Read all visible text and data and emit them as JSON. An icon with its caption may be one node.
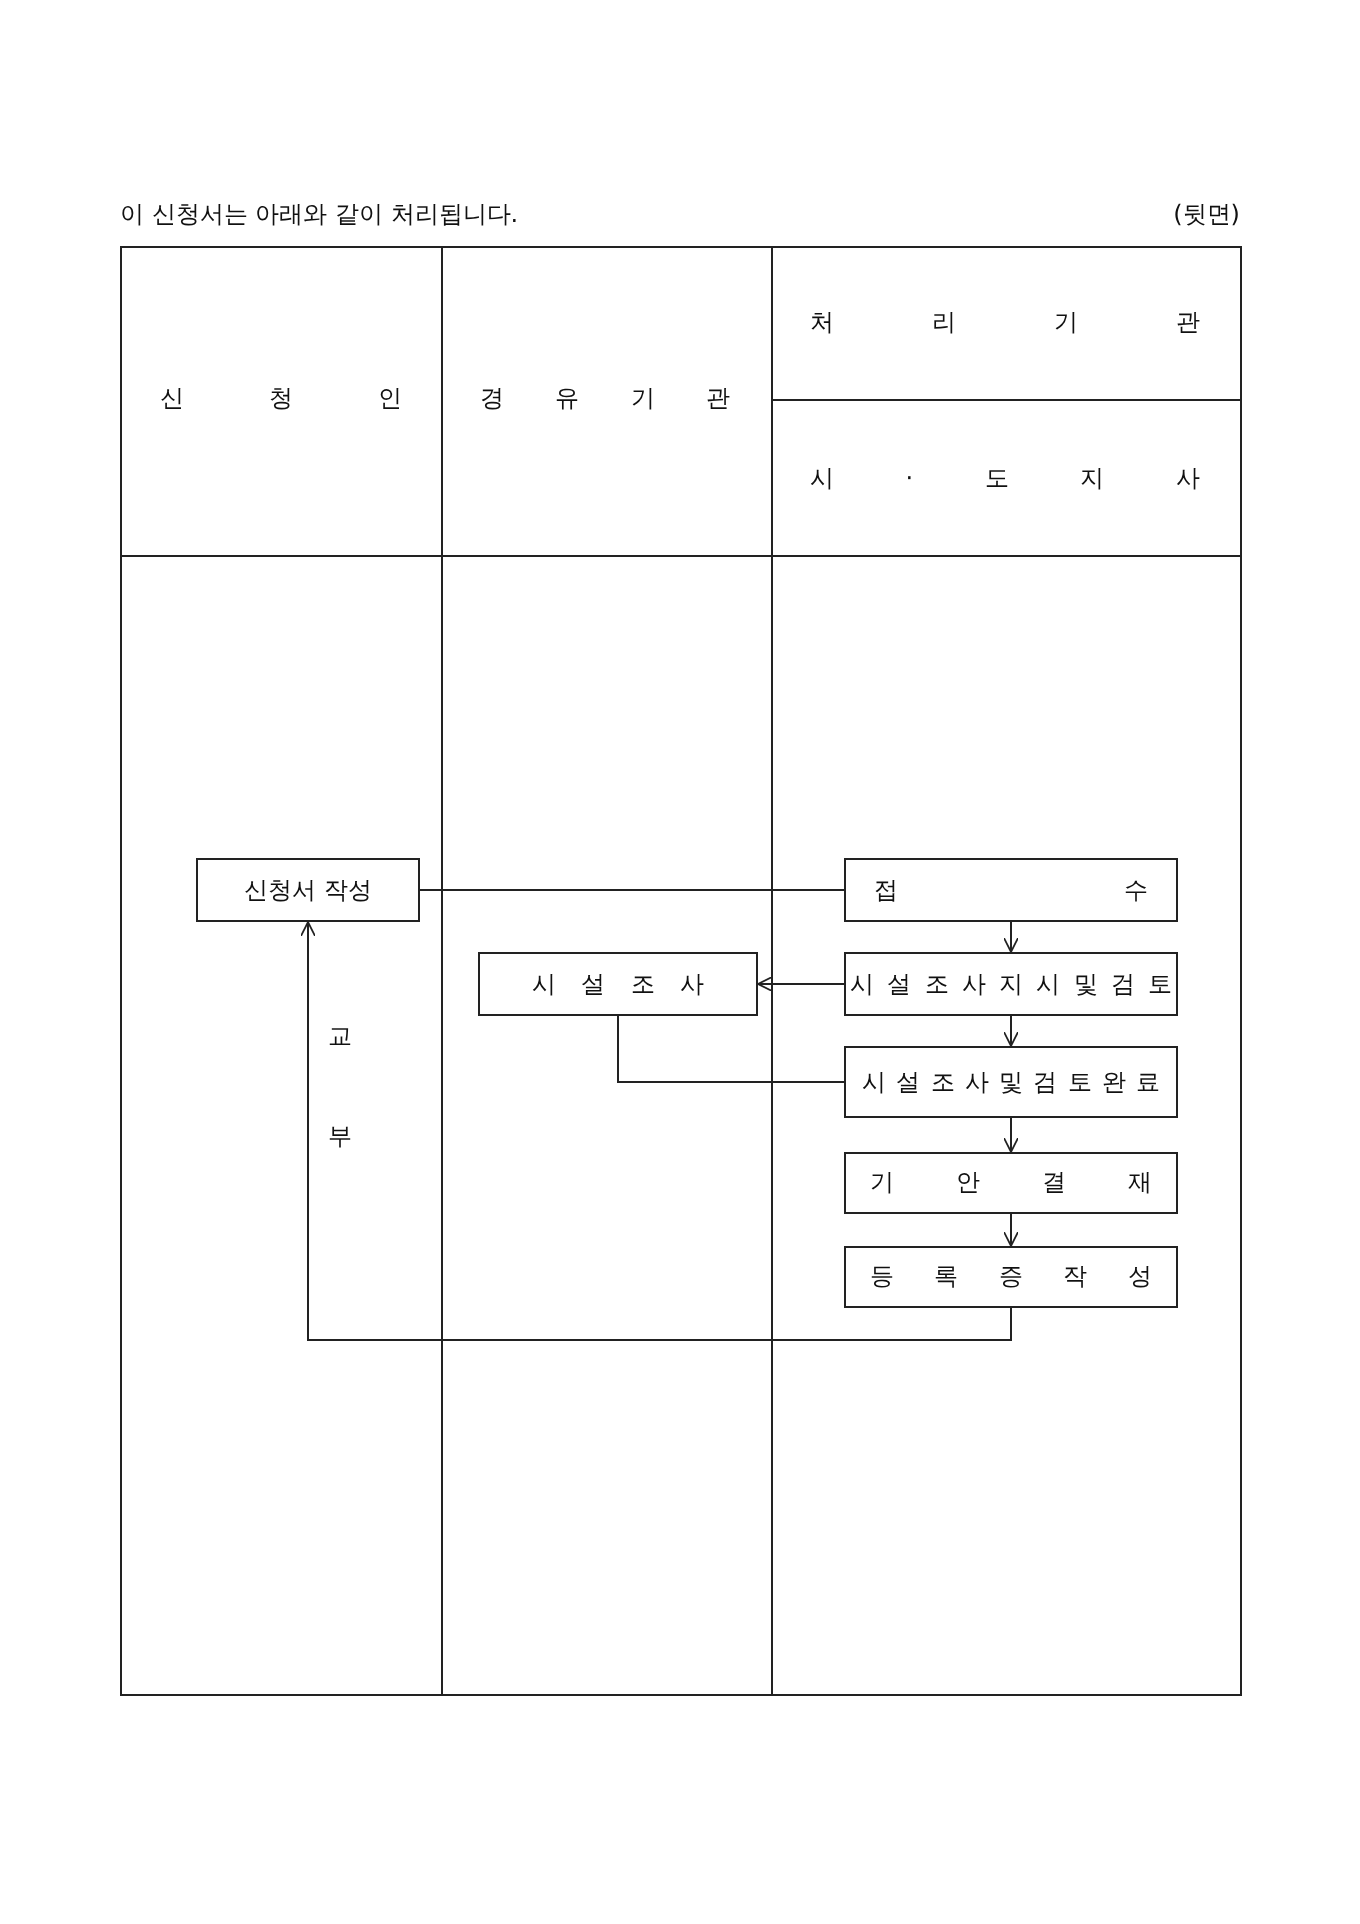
{
  "diagram": {
    "title": "이 신청서는 아래와 같이 처리됩니다.",
    "nodes": [
      {
        "text": [
          "신청서 작성"
        ]
      },
      {
        "text": [
          "접 수"
        ]
      },
      {
        "text": [
          "시 설 조 사 지 시 및 검 토"
        ]
      },
      {
        "text": [
          "시 설 조 사"
        ]
      },
      {
        "text": [
          "시 설 조 사 및 검 토 완 료"
        ]
      },
      {
        "text": [
          "기 안 결 재"
        ]
      },
      {
        "text": [
          "등 록 증 작 성"
        ]
      }
    ],
    "edges": [
      {
        "from": 0,
        "to": 1,
        "arrow": "none"
      },
      {
        "from": 1,
        "to": 2,
        "arrow": "to"
      },
      {
        "from": 2,
        "to": 3,
        "arrow": "to"
      },
      {
        "from": 3,
        "to": 4,
        "arrow": "none"
      },
      {
        "from": 2,
        "to": 4,
        "arrow": "to"
      },
      {
        "from": 4,
        "to": 5,
        "arrow": "to"
      },
      {
        "from": 5,
        "to": 6,
        "arrow": "to"
      },
      {
        "from": 6,
        "to": 0,
        "arrow": "to",
        "label": "교부"
      }
    ],
    "labels": [
      "(뒷면)",
      "신 청 인",
      "경 유 기 관",
      "처 리 기 관",
      "시 · 도 지 사"
    ]
  }
}
